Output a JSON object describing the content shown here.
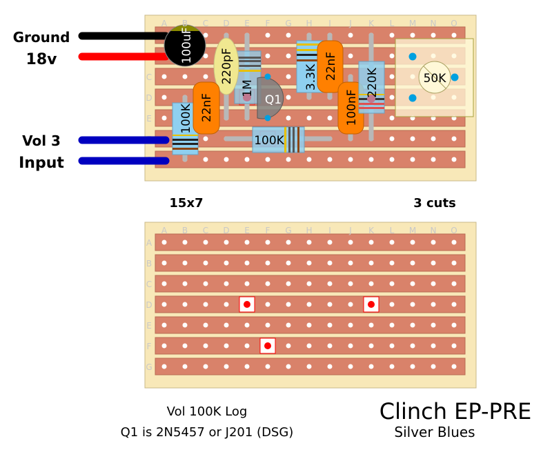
{
  "wires": {
    "ground": {
      "label": "Ground",
      "color": "#000000"
    },
    "supply": {
      "label": "18v",
      "color": "#ff0000"
    },
    "vol3": {
      "label": "Vol 3",
      "color": "#0000c0"
    },
    "input": {
      "label": "Input",
      "color": "#0000c0"
    }
  },
  "board": {
    "size_label": "15x7",
    "cuts_label": "3 cuts",
    "columns": [
      "A",
      "B",
      "C",
      "D",
      "E",
      "F",
      "G",
      "H",
      "I",
      "J",
      "K",
      "L",
      "M",
      "N",
      "O"
    ],
    "rows": [
      "A",
      "B",
      "C",
      "D",
      "E",
      "F",
      "G"
    ],
    "colors": {
      "board": "#f8e8b8",
      "strip": "#d9826a",
      "hole": "#ffffff",
      "cut": "#ff0000"
    },
    "cuts": [
      {
        "col": "E",
        "row": "D"
      },
      {
        "col": "K",
        "row": "D"
      },
      {
        "col": "F",
        "row": "F"
      }
    ]
  },
  "components": {
    "c_100uf": "100uF",
    "c_220pf": "220pF",
    "r_1m": "1M",
    "q1": "Q1",
    "c_22nf_left": "22nF",
    "r_100k_v": "100K",
    "r_3k3": "3.3K",
    "c_22nf_right": "22nF",
    "c_100nf": "100nF",
    "r_220k": "220K",
    "r_100k_h": "100K",
    "pot": "50K"
  },
  "notes": {
    "line1": "Vol 100K Log",
    "line2": "Q1 is 2N5457 or J201 (DSG)"
  },
  "title": {
    "main": "Clinch EP-PRE",
    "sub": "Silver Blues"
  }
}
